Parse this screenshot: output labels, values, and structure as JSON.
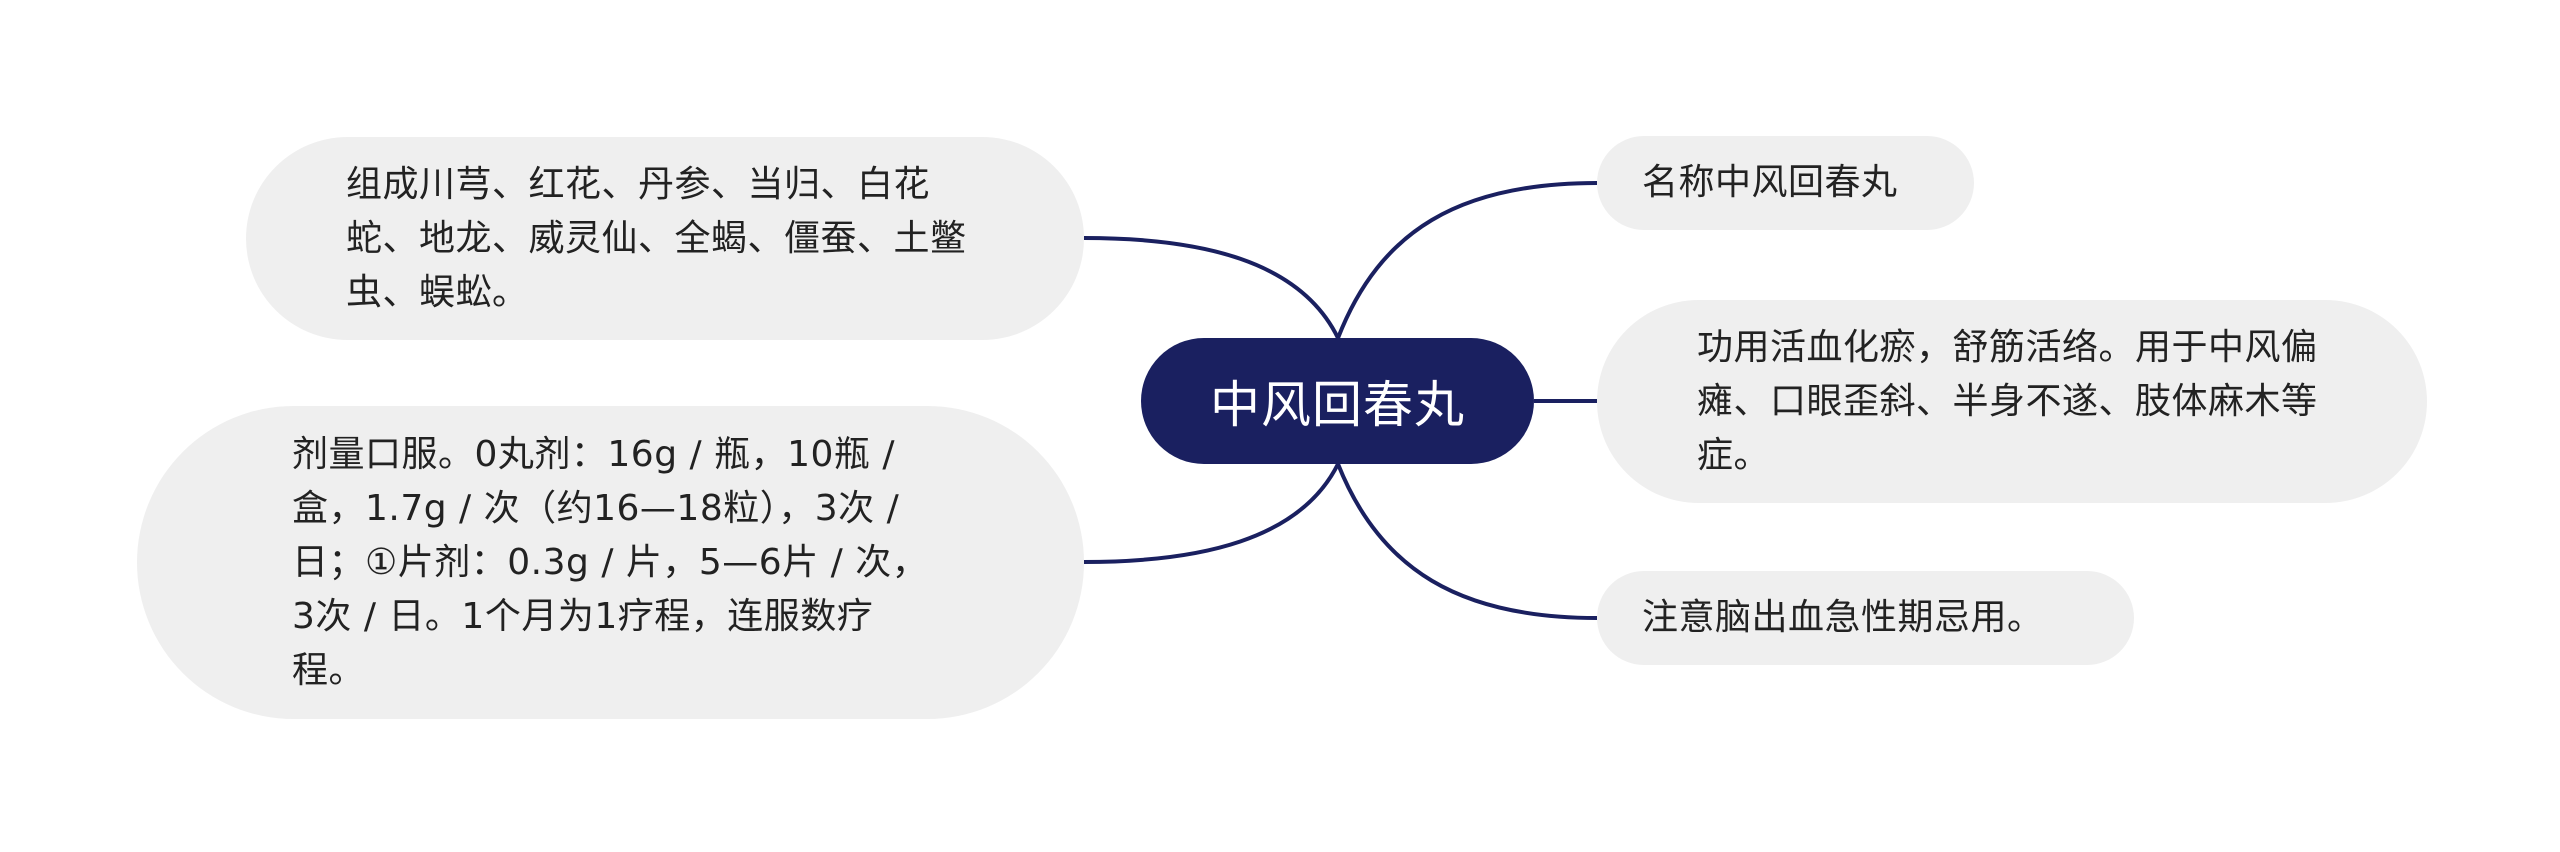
{
  "colors": {
    "root_bg": "#1a2060",
    "root_text": "#ffffff",
    "node_bg": "#efefef",
    "edge": "#1a2060",
    "text": "#222222"
  },
  "root": {
    "label": "中风回春丸"
  },
  "branches": {
    "composition": "组成川芎、红花、丹参、当归、白花蛇、地龙、威灵仙、全蝎、僵蚕、土鳖虫、蜈蚣。",
    "dosage": "剂量口服。0丸剂：16g / 瓶，10瓶 / 盒，1.7g / 次（约16—18粒），3次 / 日；①片剂：0.3g / 片，5—6片 / 次，3次 / 日。1个月为1疗程，连服数疗程。",
    "name": "名称中风回春丸",
    "function": "功用活血化瘀，舒筋活络。用于中风偏瘫、口眼歪斜、半身不遂、肢体麻木等症。",
    "caution": "注意脑出血急性期忌用。"
  }
}
